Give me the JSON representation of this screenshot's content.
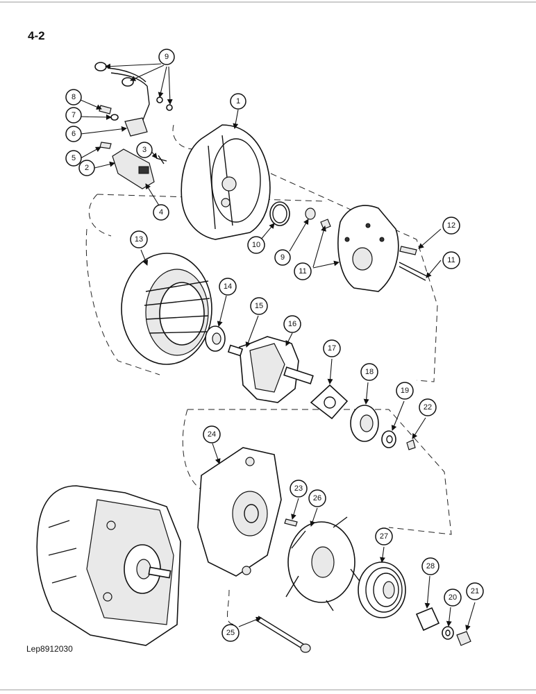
{
  "page": {
    "number": "4-2",
    "reference": "Lep8912030"
  },
  "callouts": [
    {
      "id": "c9a",
      "label": "9"
    },
    {
      "id": "c8",
      "label": "8"
    },
    {
      "id": "c7",
      "label": "7"
    },
    {
      "id": "c6",
      "label": "6"
    },
    {
      "id": "c5",
      "label": "5"
    },
    {
      "id": "c3",
      "label": "3"
    },
    {
      "id": "c2",
      "label": "2"
    },
    {
      "id": "c4",
      "label": "4"
    },
    {
      "id": "c1",
      "label": "1"
    },
    {
      "id": "c10",
      "label": "10"
    },
    {
      "id": "c9b",
      "label": "9"
    },
    {
      "id": "c11a",
      "label": "11"
    },
    {
      "id": "c12",
      "label": "12"
    },
    {
      "id": "c11b",
      "label": "11"
    },
    {
      "id": "c13",
      "label": "13"
    },
    {
      "id": "c14",
      "label": "14"
    },
    {
      "id": "c15",
      "label": "15"
    },
    {
      "id": "c16",
      "label": "16"
    },
    {
      "id": "c17",
      "label": "17"
    },
    {
      "id": "c18",
      "label": "18"
    },
    {
      "id": "c19",
      "label": "19"
    },
    {
      "id": "c22",
      "label": "22"
    },
    {
      "id": "c24",
      "label": "24"
    },
    {
      "id": "c23",
      "label": "23"
    },
    {
      "id": "c26",
      "label": "26"
    },
    {
      "id": "c27",
      "label": "27"
    },
    {
      "id": "c28",
      "label": "28"
    },
    {
      "id": "c20",
      "label": "20"
    },
    {
      "id": "c21",
      "label": "21"
    },
    {
      "id": "c25",
      "label": "25"
    }
  ]
}
